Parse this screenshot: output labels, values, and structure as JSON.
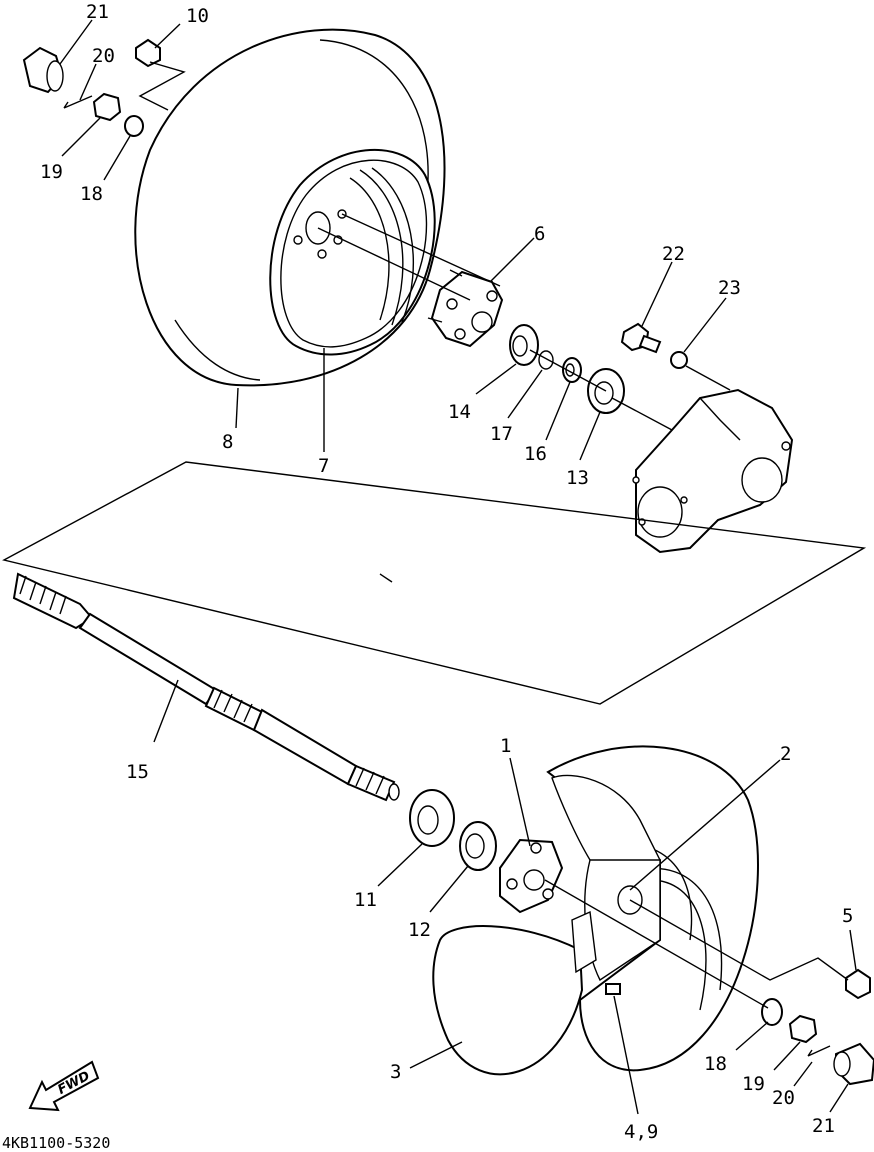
{
  "diagram_code": "4KB1100-5320",
  "fwd_label": "FWD",
  "callouts": {
    "c21_top": "21",
    "c10": "10",
    "c20_top": "20",
    "c19_top": "19",
    "c18_top": "18",
    "c6": "6",
    "c22": "22",
    "c23": "23",
    "c8": "8",
    "c7": "7",
    "c14": "14",
    "c17": "17",
    "c16": "16",
    "c13": "13",
    "c15": "15",
    "c1": "1",
    "c2": "2",
    "c11": "11",
    "c12": "12",
    "c5": "5",
    "c3": "3",
    "c18_bottom": "18",
    "c19_bottom": "19",
    "c20_bottom": "20",
    "c21_bottom": "21",
    "c4_9": "4,9"
  },
  "colors": {
    "ink": "#000000",
    "paper": "#ffffff"
  }
}
